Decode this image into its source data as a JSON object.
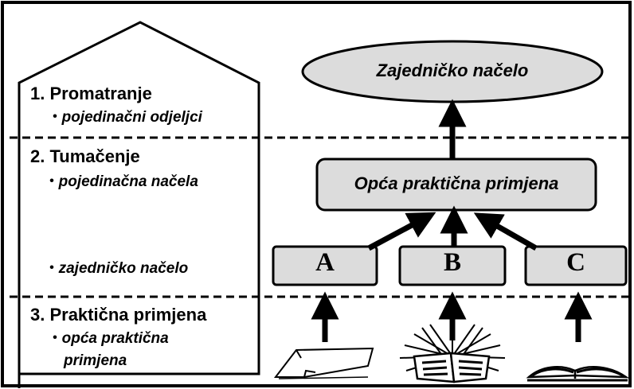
{
  "house": {
    "steps": [
      {
        "heading": "1. Promatranje",
        "items": [
          "pojedinačni odjeljci"
        ]
      },
      {
        "heading": "2. Tumačenje",
        "items": [
          "pojedinačna načela",
          "zajedničko načelo"
        ]
      },
      {
        "heading": "3. Praktična primjena",
        "items": [
          "opća praktična",
          "primjena"
        ]
      }
    ],
    "bullet": "•"
  },
  "flow": {
    "top": "Zajedničko načelo",
    "middle": "Opća praktična primjena",
    "sources": [
      "A",
      "B",
      "C"
    ]
  }
}
